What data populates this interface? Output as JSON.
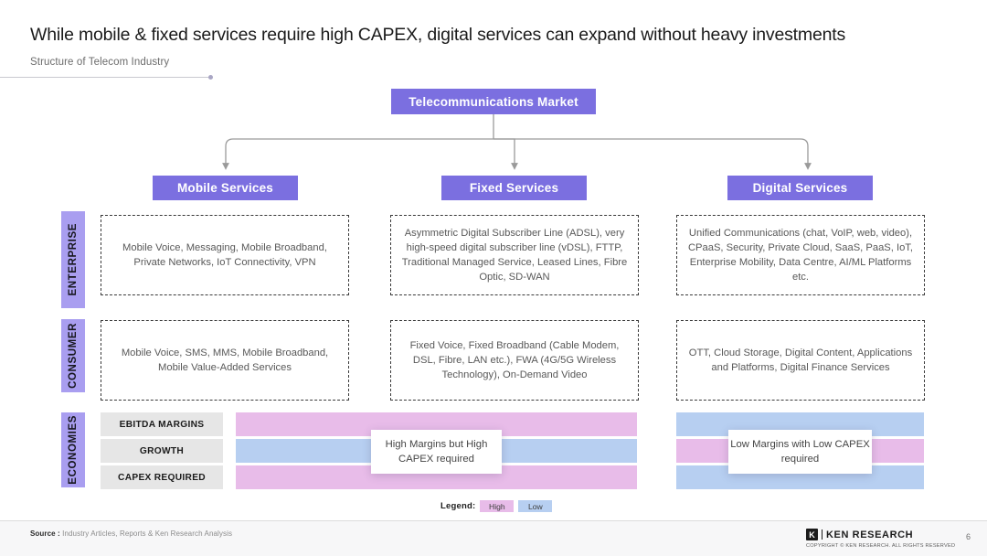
{
  "header": {
    "title": "While mobile & fixed services require high CAPEX, digital services can expand without heavy investments",
    "subtitle": "Structure of Telecom Industry"
  },
  "diagram": {
    "root": {
      "label": "Telecommunications Market"
    },
    "categories": [
      {
        "id": "mobile",
        "label": "Mobile Services"
      },
      {
        "id": "fixed",
        "label": "Fixed Services"
      },
      {
        "id": "digital",
        "label": "Digital Services"
      }
    ],
    "segments": [
      {
        "id": "enterprise",
        "label": "ENTERPRISE"
      },
      {
        "id": "consumer",
        "label": "CONSUMER"
      },
      {
        "id": "economies",
        "label": "ECONOMIES"
      }
    ],
    "cells": {
      "enterprise": [
        "Mobile Voice, Messaging, Mobile Broadband, Private Networks, IoT Connectivity, VPN",
        "Asymmetric Digital Subscriber Line (ADSL), very high-speed digital subscriber line (vDSL), FTTP, Traditional Managed Service, Leased Lines, Fibre Optic, SD-WAN",
        "Unified Communications (chat, VoIP, web, video), CPaaS, Security, Private Cloud, SaaS, PaaS, IoT, Enterprise Mobility, Data Centre, AI/ML Platforms etc."
      ],
      "consumer": [
        "Mobile Voice, SMS, MMS, Mobile Broadband, Mobile Value-Added Services",
        "Fixed Voice, Fixed Broadband (Cable Modem, DSL, Fibre, LAN etc.), FWA (4G/5G Wireless Technology), On-Demand Video",
        "OTT, Cloud Storage, Digital Content, Applications and Platforms, Digital Finance Services"
      ]
    },
    "economies": {
      "metrics": [
        "EBITDA MARGINS",
        "GROWTH",
        "CAPEX REQUIRED"
      ],
      "left_group_values": [
        "High",
        "Low",
        "High"
      ],
      "right_group_values": [
        "Low",
        "High",
        "Low"
      ],
      "callout_left": "High Margins but High CAPEX required",
      "callout_right": "Low Margins with Low CAPEX required"
    },
    "legend": {
      "title": "Legend:",
      "items": [
        {
          "label": "High",
          "color": "#e8bce9"
        },
        {
          "label": "Low",
          "color": "#b7cff1"
        }
      ]
    }
  },
  "colors": {
    "purple": "#7b6fe0",
    "purple_light": "#a99ef0",
    "high": "#e8bce9",
    "low": "#b7cff1",
    "metric_bg": "#e6e6e6",
    "connector": "#9a9a9a"
  },
  "footer": {
    "source_label": "Source :",
    "source_text": "Industry Articles, Reports & Ken Research Analysis",
    "brand_mark": "K",
    "brand_name": "KEN RESEARCH",
    "copyright": "COPYRIGHT © KEN RESEARCH. ALL RIGHTS RESERVED",
    "page_number": "6"
  }
}
